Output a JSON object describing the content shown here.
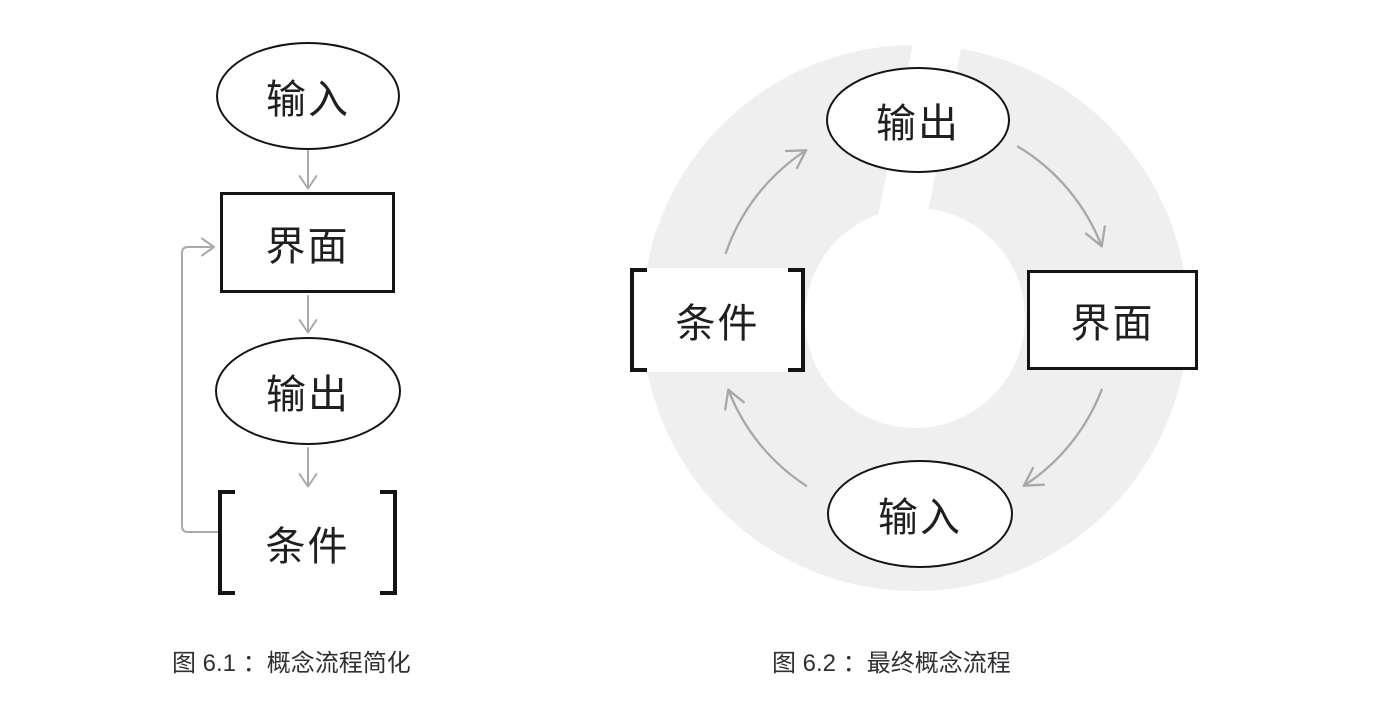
{
  "figure_left": {
    "caption": "图 6.1 ：概念流程简化",
    "nodes": [
      {
        "id": "input",
        "label": "输入",
        "shape": "ellipse",
        "position": "top"
      },
      {
        "id": "interface",
        "label": "界面",
        "shape": "rect",
        "position": "upper-middle"
      },
      {
        "id": "output",
        "label": "输出",
        "shape": "ellipse",
        "position": "lower-middle"
      },
      {
        "id": "condition",
        "label": "条件",
        "shape": "brackets",
        "position": "bottom"
      }
    ],
    "edges": [
      {
        "from": "input",
        "to": "interface"
      },
      {
        "from": "interface",
        "to": "output"
      },
      {
        "from": "output",
        "to": "condition"
      },
      {
        "from": "condition",
        "to": "interface",
        "type": "feedback-loop-left"
      }
    ]
  },
  "figure_right": {
    "caption": "图 6.2 ：最终概念流程",
    "nodes": [
      {
        "id": "output",
        "label": "输出",
        "shape": "ellipse",
        "position": "top"
      },
      {
        "id": "interface",
        "label": "界面",
        "shape": "rect",
        "position": "right"
      },
      {
        "id": "input",
        "label": "输入",
        "shape": "ellipse",
        "position": "bottom"
      },
      {
        "id": "condition",
        "label": "条件",
        "shape": "brackets",
        "position": "left"
      }
    ],
    "edges": [
      {
        "from": "output",
        "to": "interface"
      },
      {
        "from": "interface",
        "to": "input"
      },
      {
        "from": "input",
        "to": "condition"
      },
      {
        "from": "condition",
        "to": "output"
      }
    ],
    "cycle_direction": "clockwise"
  },
  "colors": {
    "background": "#ffffff",
    "node_border": "#141414",
    "node_text": "#1f1f1f",
    "arrow_gray": "#a9a9a9",
    "ring_gray": "#efefef",
    "caption_text": "#2e3033"
  }
}
